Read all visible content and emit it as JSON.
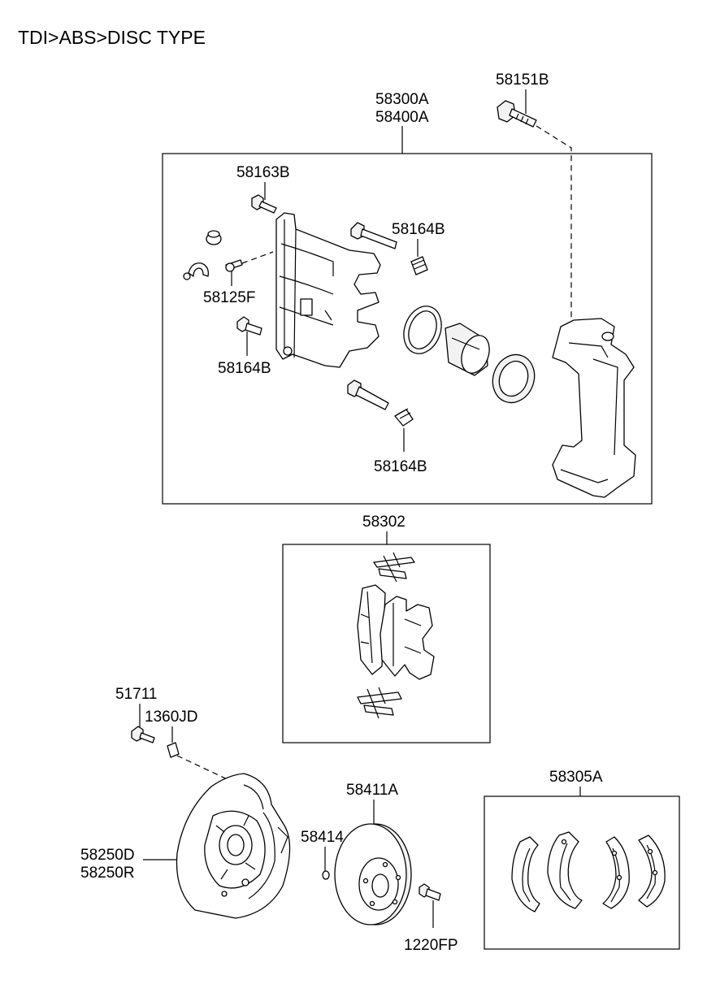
{
  "title": "TDI>ABS>DISC TYPE",
  "labels": {
    "caliper_assy_1": "58300A",
    "caliper_assy_2": "58400A",
    "bolt_top": "58151B",
    "bleeder": "58163B",
    "pin_boot_top": "58164B",
    "clip_screw": "58125F",
    "pin_left": "58164B",
    "pin_bottom": "58164B",
    "pad_kit": "58302",
    "screw": "51711",
    "washer": "1360JD",
    "backing_plate_1": "58250D",
    "backing_plate_2": "58250R",
    "disc": "58411A",
    "disc_pin": "58414",
    "hub_bolt": "1220FP",
    "shoe_kit": "58305A"
  }
}
